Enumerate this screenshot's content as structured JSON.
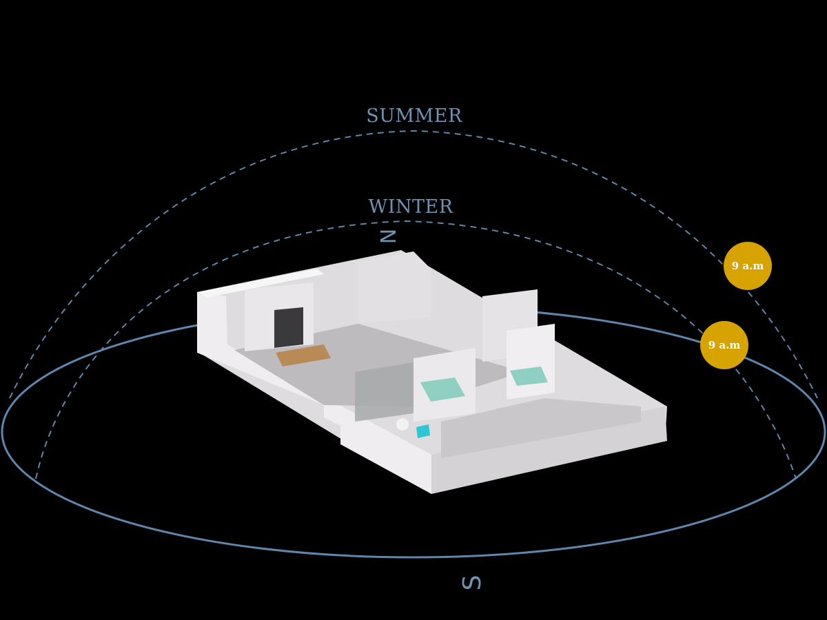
{
  "arcs": {
    "summer_label": "SUMMER",
    "winter_label": "WINTER"
  },
  "compass": {
    "north": "N",
    "south": "S"
  },
  "suns": [
    {
      "season": "summer",
      "label": "9 a.m"
    },
    {
      "season": "winter",
      "label": "9 a.m"
    }
  ],
  "colors": {
    "background": "#000000",
    "path_line": "#5d87ad",
    "sun_fill": "#d7a300",
    "sun_text": "#ffffff",
    "wall": "#e6e4e6",
    "floor": "#cfcdcf"
  },
  "icons": {
    "sun_marker": "sun-disc",
    "model": "isometric-apartment-cutaway"
  }
}
